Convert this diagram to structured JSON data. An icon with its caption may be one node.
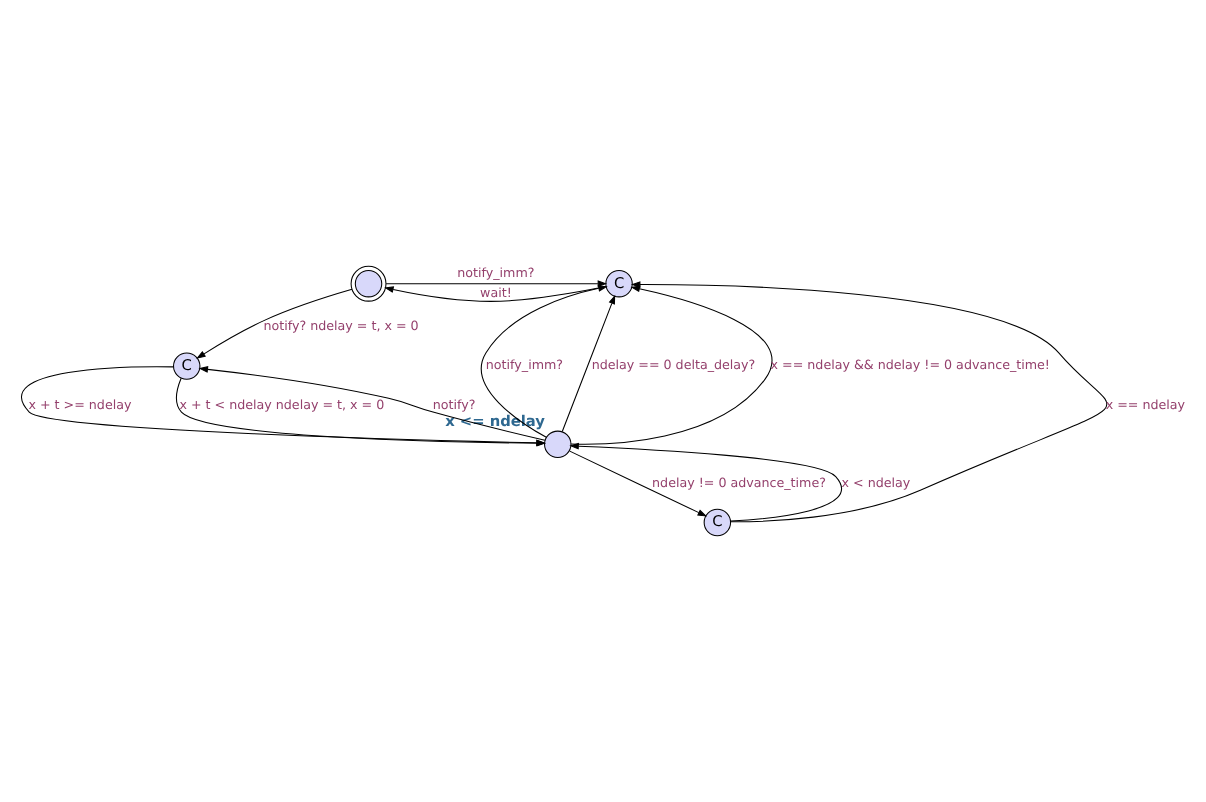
{
  "diagram": {
    "nodes": [
      {
        "text": [],
        "shape": "circle"
      },
      {
        "text": [
          "C"
        ]
      },
      {
        "text": [],
        "shape": "circle",
        "beside": [
          "x <= ndelay"
        ]
      },
      {
        "text": [
          "C"
        ]
      },
      {
        "text": [
          "C"
        ]
      }
    ],
    "edges": [
      {
        "from": 4,
        "to": 0,
        "arrow": "to",
        "label": "wait!"
      },
      {
        "from": 0,
        "to": 4,
        "arrow": "to",
        "label": "notify_imm?"
      },
      {
        "from": 0,
        "to": 1,
        "arrow": "to",
        "label": "notify? ndelay = t, x = 0"
      },
      {
        "from": 1,
        "to": 2,
        "arrow": "to",
        "label": "x + t >= ndelay"
      },
      {
        "from": 1,
        "to": 2,
        "arrow": "to",
        "label": "x + t < ndelay ndelay = t, x = 0"
      },
      {
        "from": 2,
        "to": 1,
        "arrow": "to",
        "label": "notify?"
      },
      {
        "from": 2,
        "to": 4,
        "arrow": "to",
        "label": "notify_imm?"
      },
      {
        "from": 2,
        "to": 4,
        "arrow": "to",
        "label": "ndelay == 0 delta_delay?"
      },
      {
        "from": 2,
        "to": 4,
        "arrow": "to",
        "label": "x == ndelay && ndelay != 0 advance_time!"
      },
      {
        "from": 2,
        "to": 3,
        "arrow": "to",
        "label": "ndelay != 0 advance_time?"
      },
      {
        "from": 3,
        "to": 2,
        "arrow": "to",
        "label": "x < ndelay"
      },
      {
        "from": 3,
        "to": 4,
        "arrow": "to",
        "label": "x == ndelay"
      }
    ]
  }
}
